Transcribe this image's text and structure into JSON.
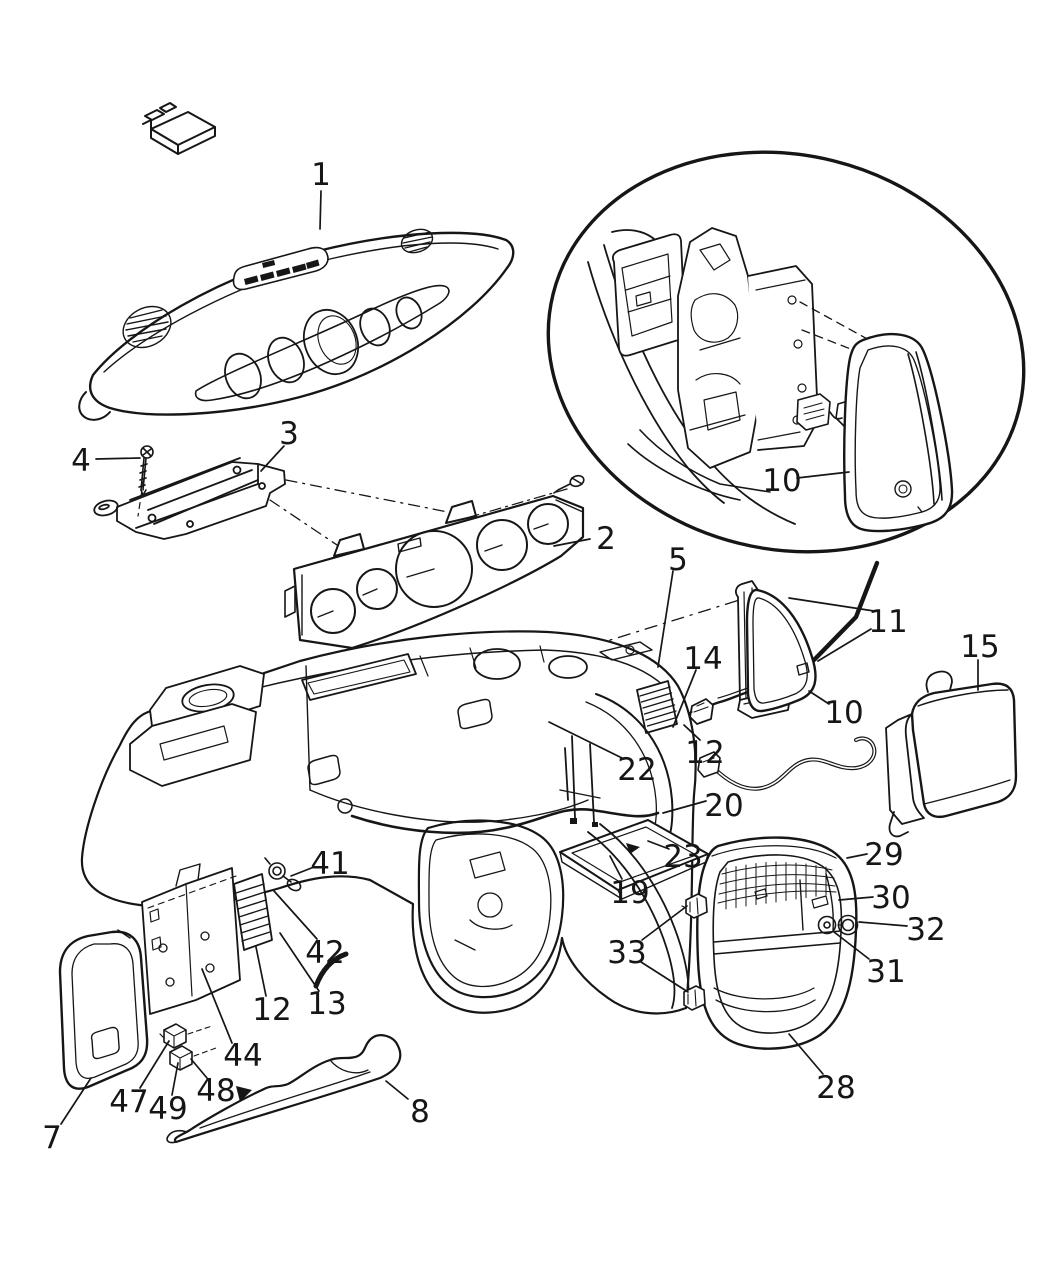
{
  "diagram": {
    "kind": "exploded-parts-diagram",
    "subject": "Instrument Panel",
    "line_color": "#161616",
    "background_color": "#ffffff",
    "callouts": [
      {
        "n": "1"
      },
      {
        "n": "3"
      },
      {
        "n": "4"
      },
      {
        "n": "2"
      },
      {
        "n": "5"
      },
      {
        "n": "10"
      },
      {
        "n": "11"
      },
      {
        "n": "14"
      },
      {
        "n": "10"
      },
      {
        "n": "12"
      },
      {
        "n": "15"
      },
      {
        "n": "22"
      },
      {
        "n": "20"
      },
      {
        "n": "23"
      },
      {
        "n": "19"
      },
      {
        "n": "29"
      },
      {
        "n": "30"
      },
      {
        "n": "32"
      },
      {
        "n": "31"
      },
      {
        "n": "33"
      },
      {
        "n": "28"
      },
      {
        "n": "41"
      },
      {
        "n": "42"
      },
      {
        "n": "13"
      },
      {
        "n": "12"
      },
      {
        "n": "44"
      },
      {
        "n": "47"
      },
      {
        "n": "48"
      },
      {
        "n": "49"
      },
      {
        "n": "7"
      },
      {
        "n": "8"
      }
    ]
  }
}
